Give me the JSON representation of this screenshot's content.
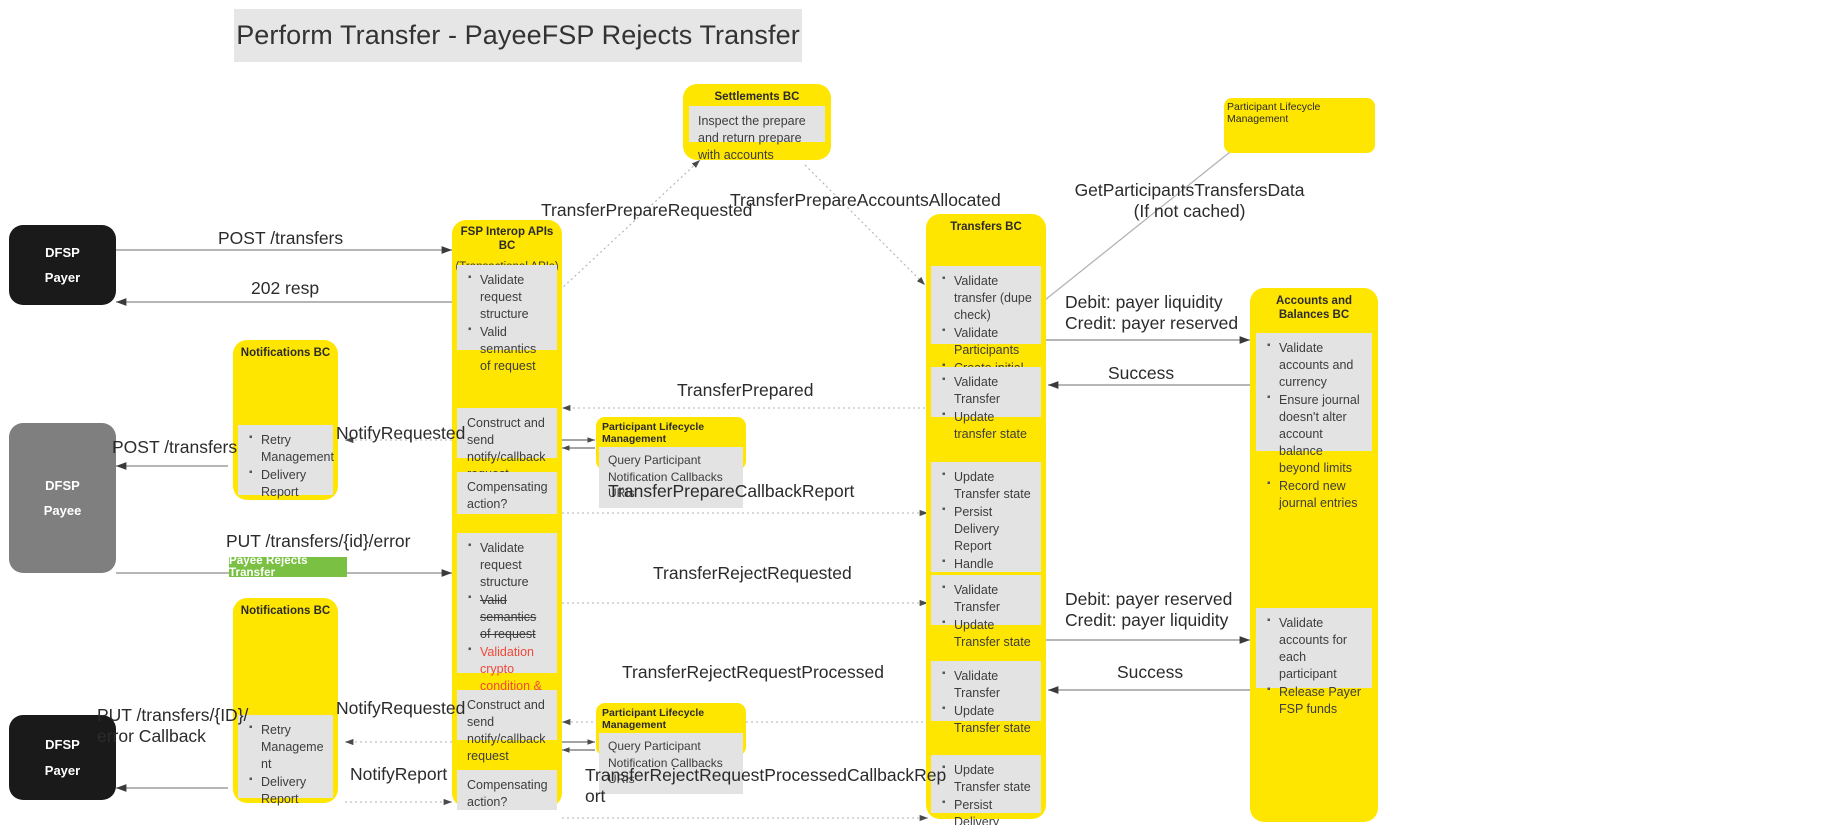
{
  "title": "Perform Transfer - PayeeFSP Rejects Transfer",
  "actors": [
    {
      "id": "dfsp-payer-top",
      "line1": "DFSP",
      "line2": "Payer",
      "color": "#1a1a1a"
    },
    {
      "id": "dfsp-payee",
      "line1": "DFSP",
      "line2": "Payee",
      "color": "#7f7f7f"
    },
    {
      "id": "dfsp-payer-bottom",
      "line1": "DFSP",
      "line2": "Payer",
      "color": "#1a1a1a"
    }
  ],
  "lanes": {
    "settlements": {
      "title": "Settlements BC",
      "note": "Inspect the prepare and return prepare with accounts"
    },
    "plm_top": {
      "title": "Participant Lifecycle Management"
    },
    "fsp_interop": {
      "title": "FSP Interop APIs BC",
      "subtitle": "(Transactional APIs)",
      "note1": [
        "Validate request structure",
        "Valid semantics of request"
      ],
      "note2": "Construct and send notify/callback request",
      "note3": "Compensating action?",
      "note4": {
        "items": [
          {
            "text": "Validate request structure",
            "style": "normal"
          },
          {
            "text": "Valid semantics of request",
            "style": "strike"
          },
          {
            "text": "Validation crypto condition & fullment",
            "style": "red"
          }
        ]
      },
      "note5": "Construct and send notify/callback request",
      "note6": "Compensating action?"
    },
    "notifications_top": {
      "title": "Notifications BC",
      "note": [
        "Retry Management",
        "Delivery Report"
      ]
    },
    "notifications_bottom": {
      "title": "Notifications BC",
      "note": [
        "Retry Manageme nt",
        "Delivery Report"
      ]
    },
    "transfers": {
      "title": "Transfers BC",
      "note1": [
        "Validate transfer (dupe check)",
        "Validate Participants",
        "Create initial state"
      ],
      "note2": [
        "Validate Transfer",
        "Update transfer state"
      ],
      "note3": [
        "Update Transfer state",
        "Persist Delivery Report",
        "Handle compensating actions"
      ],
      "note4": [
        "Validate Transfer",
        "Update Transfer state"
      ],
      "note5": [
        "Validate Transfer",
        "Update Transfer state"
      ],
      "note6": [
        "Update Transfer state",
        "Persist Delivery Report"
      ]
    },
    "accounts_balances": {
      "title": "Accounts and Balances BC",
      "note1": [
        "Validate accounts and currency",
        "Ensure journal doesn't alter account balance beyond limits",
        "Record new journal entries"
      ],
      "note2": [
        "Validate accounts for each participant",
        "Release Payer FSP funds"
      ]
    },
    "plm_mid": {
      "title": "Participant Lifecycle Management",
      "body": "Query Participant\nNotification Callbacks URIs"
    },
    "plm_low": {
      "title": "Participant Lifecycle Management",
      "body": "Query Participant\nNotification Callbacks URIs"
    }
  },
  "messages": {
    "post_transfers_1": "POST /transfers",
    "resp_202": "202 resp",
    "transfer_prepare_requested": "TransferPrepareRequested",
    "transfer_prepare_accounts_allocated": "TransferPrepareAccountsAllocated",
    "get_participants": "GetParticipantsTransfersData\n(If not cached)",
    "debit_credit_1": "Debit: payer liquidity\nCredit: payer reserved",
    "success_1": "Success",
    "transfer_prepared": "TransferPrepared",
    "notify_requested_1": "NotifyRequested",
    "post_transfers_2": "POST /transfers",
    "transfer_prepare_callback_report": "TransferPrepareCallbackReport",
    "put_transfers_error": "PUT /transfers/{id}/error",
    "payee_rejects_badge": "Payee Rejects Transfer",
    "transfer_reject_requested": "TransferRejectRequested",
    "debit_credit_2": "Debit: payer reserved\nCredit: payer liquidity",
    "success_2": "Success",
    "transfer_reject_request_processed": "TransferRejectRequestProcessed",
    "notify_requested_2": "NotifyRequested",
    "put_transfers_error_callback": "PUT /transfers/{ID}/\nerror Callback",
    "notify_report": "NotifyReport",
    "transfer_reject_request_processed_callback_report": "TransferRejectRequestProcessedCallbackRep\nort"
  },
  "colors": {
    "lane_yellow": "#ffe600",
    "note_grey": "#e3e3e3",
    "badge_green": "#7ac143",
    "actor_dark": "#1a1a1a",
    "actor_grey": "#7f7f7f",
    "title_bg": "#e6e6e6",
    "red_text": "#ef4a3a"
  }
}
